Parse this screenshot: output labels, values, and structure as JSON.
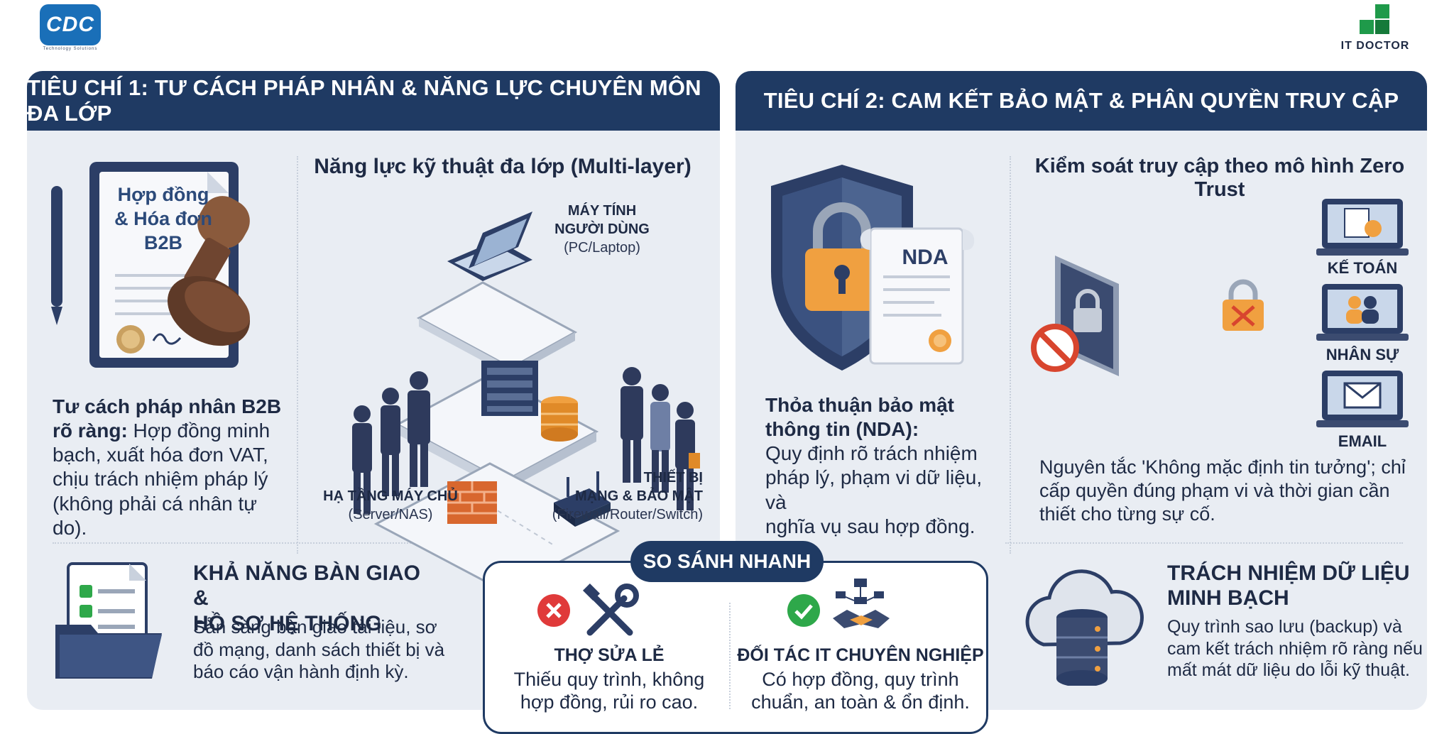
{
  "logos": {
    "left_brand": "CDC",
    "left_tagline": "Technology Solutions",
    "right_brand": "IT DOCTOR"
  },
  "colors": {
    "navy": "#1f3a63",
    "panel_bg": "#e9edf3",
    "accent_orange": "#f0a040",
    "ok_green": "#2ea84a",
    "bad_red": "#e03a3a"
  },
  "left_panel": {
    "header": "TIÊU CHÍ 1: TƯ CÁCH PHÁP NHÂN & NĂNG LỰC CHUYÊN MÔN ĐA LỚP",
    "doc_label_lines": [
      "Hợp đồng",
      "& Hóa đơn",
      "B2B"
    ],
    "legal_title_line1": "Tư cách pháp nhân B2B",
    "legal_title_line2": "rõ ràng:",
    "legal_text_1": " Hợp đồng minh",
    "legal_text_2": "bạch, xuất hóa đơn VAT,",
    "legal_text_3": "chịu trách nhiệm pháp lý",
    "legal_text_4": "(không phải cá nhân tự do).",
    "multilayer_title": "Năng lực kỹ thuật đa lớp (Multi-layer)",
    "layer_pc_line1": "MÁY TÍNH",
    "layer_pc_line2": "NGƯỜI DÙNG",
    "layer_pc_sub": "(PC/Laptop)",
    "layer_server_title": "HẠ TẦNG MÁY CHỦ",
    "layer_server_sub": "(Server/NAS)",
    "layer_net_line1": "THIẾT BỊ",
    "layer_net_line2": "MẠNG & BẢO MẬT",
    "layer_net_sub": "(Firewall/Router/Switch)",
    "handover_title_1": "KHẢ NĂNG BÀN GIAO &",
    "handover_title_2": "HỒ SƠ HỆ THỐNG",
    "handover_text_1": "Sẵn sàng bàn giao tài liệu, sơ",
    "handover_text_2": "đồ mạng, danh sách thiết bị và",
    "handover_text_3": "báo cáo vận hành định kỳ."
  },
  "right_panel": {
    "header": "TIÊU CHÍ 2: CAM KẾT BẢO MẬT & PHÂN QUYỀN TRUY CẬP",
    "nda_label": "NDA",
    "nda_title_1": "Thỏa thuận bảo mật",
    "nda_title_2": "thông tin (NDA):",
    "nda_text_1": "Quy định rõ trách nhiệm",
    "nda_text_2": "pháp lý, phạm vi dữ liệu, và",
    "nda_text_3": "nghĩa vụ sau hợp đồng.",
    "zt_title": "Kiểm soát truy cập theo mô hình Zero Trust",
    "role_1": "KẾ TOÁN",
    "role_2": "NHÂN SỰ",
    "role_3": "EMAIL",
    "zt_text_1": "Nguyên tắc 'Không mặc định tin tưởng'; chỉ",
    "zt_text_2": "cấp quyền đúng phạm vi và thời gian cần",
    "zt_text_3": "thiết cho từng sự cố.",
    "data_title_1": "TRÁCH NHIỆM DỮ LIỆU",
    "data_title_2": "MINH BẠCH",
    "data_text_1": "Quy trình sao lưu (backup) và",
    "data_text_2": "cam kết trách nhiệm rõ ràng nếu",
    "data_text_3": "mất mát dữ liệu do lỗi kỹ thuật."
  },
  "compare": {
    "pill": "SO SÁNH NHANH",
    "bad_title": "THỢ SỬA LẺ",
    "bad_text_1": "Thiếu quy trình, không",
    "bad_text_2": "hợp đồng, rủi ro cao.",
    "good_title": "ĐỐI TÁC IT CHUYÊN NGHIỆP",
    "good_text_1": "Có hợp đồng, quy trình",
    "good_text_2": "chuẩn, an toàn & ổn định."
  }
}
